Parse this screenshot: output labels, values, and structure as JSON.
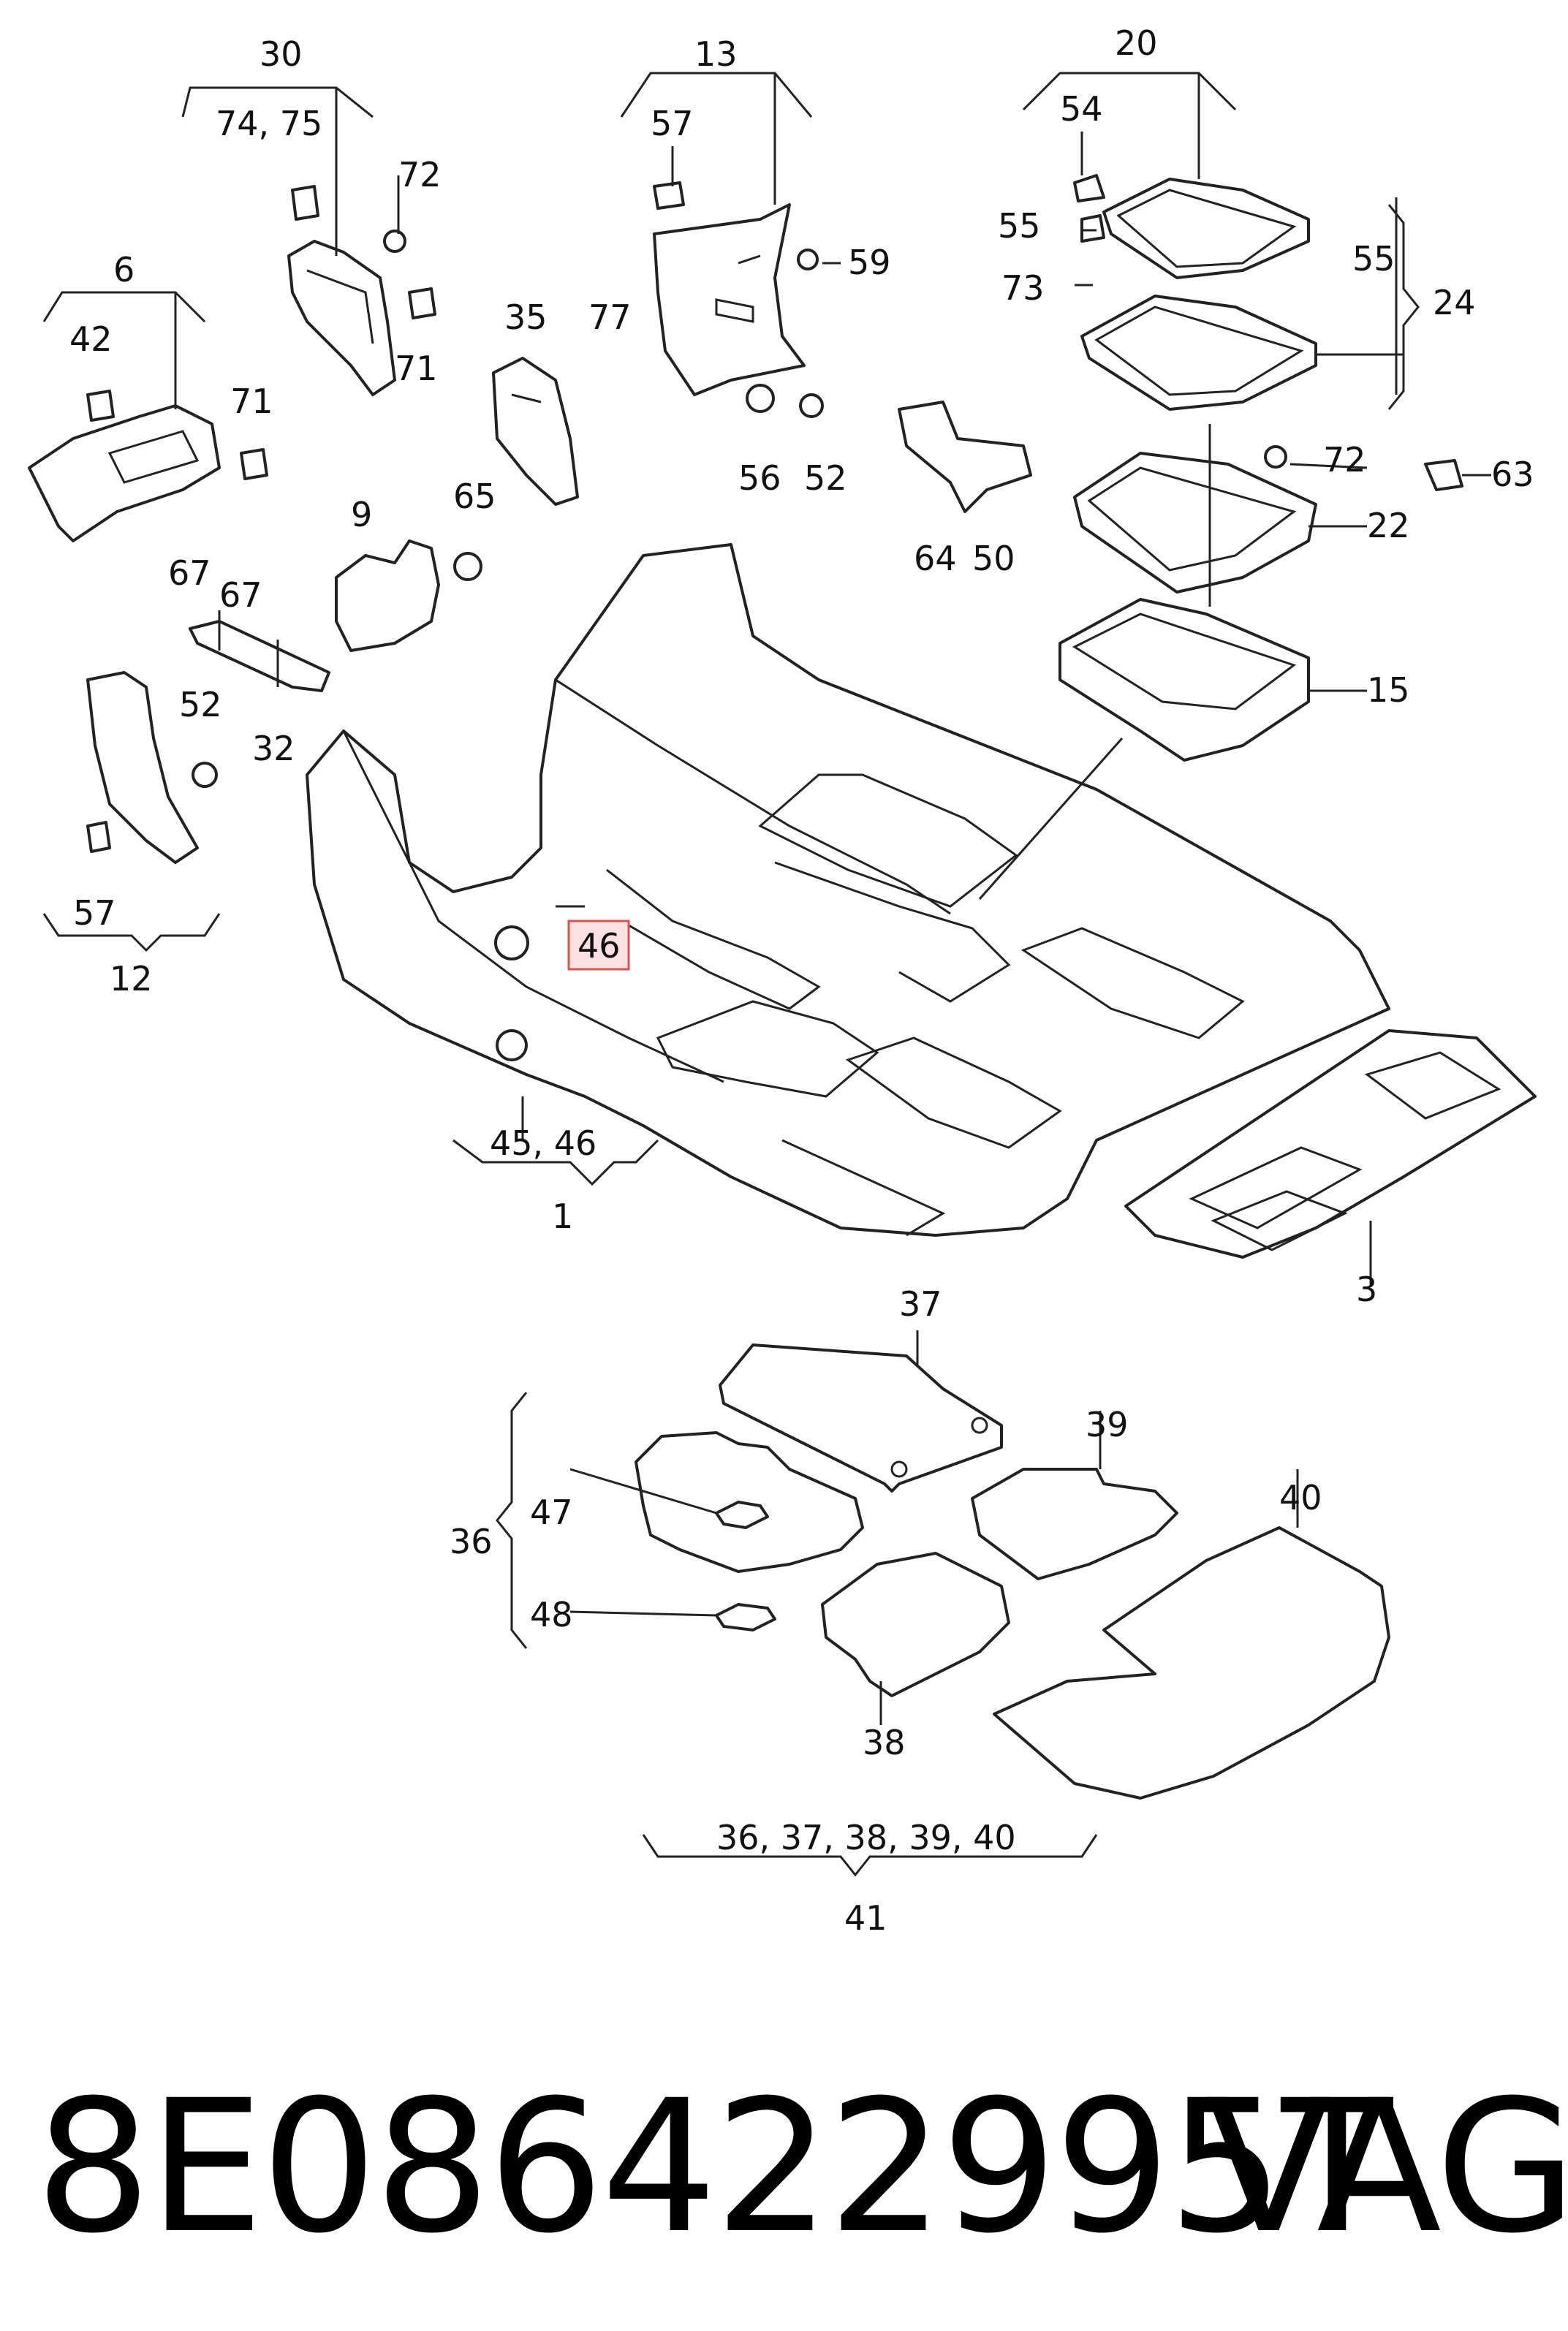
{
  "callouts": {
    "c1": "1",
    "c3": "3",
    "c6": "6",
    "c9": "9",
    "c12": "12",
    "c13": "13",
    "c15": "15",
    "c20": "20",
    "c22": "22",
    "c24": "24",
    "c30": "30",
    "c32": "32",
    "c35": "35",
    "c36": "36",
    "c37": "37",
    "c38": "38",
    "c39": "39",
    "c40": "40",
    "c41": "41",
    "c42": "42",
    "c45_46": "45, 46",
    "c46": "46",
    "c47": "47",
    "c48": "48",
    "c50": "50",
    "c52a": "52",
    "c52b": "52",
    "c54": "54",
    "c55a": "55",
    "c55b": "55",
    "c56": "56",
    "c57a": "57",
    "c57b": "57",
    "c59": "59",
    "c63": "63",
    "c64": "64",
    "c65": "65",
    "c67a": "67",
    "c67b": "67",
    "c71a": "71",
    "c71b": "71",
    "c72a": "72",
    "c72b": "72",
    "c73": "73",
    "c74_75": "74, 75",
    "c77": "77",
    "c_set": "36, 37, 38, 39, 40"
  },
  "highlighted_callout": "46",
  "caption": {
    "part_number": "8E086422995T",
    "brand": "VAG"
  },
  "colors": {
    "line": "#222222",
    "highlight_fill": "#fbe1e1",
    "highlight_border": "#d9534f"
  }
}
